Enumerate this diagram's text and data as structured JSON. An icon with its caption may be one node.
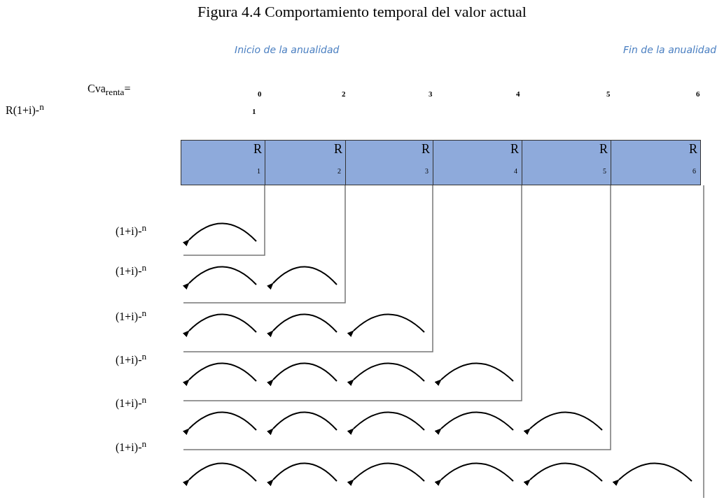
{
  "diagram": {
    "title": "Figura 4.4 Comportamiento temporal del valor actual",
    "nodes": [
      {
        "text": [
          "R",
          "1"
        ]
      },
      {
        "text": [
          "R",
          "2"
        ]
      },
      {
        "text": [
          "R",
          "3"
        ]
      },
      {
        "text": [
          "R",
          "4"
        ]
      },
      {
        "text": [
          "R",
          "5"
        ]
      },
      {
        "text": [
          "R",
          "6"
        ]
      }
    ],
    "labels": [
      "Inicio de la anualidad",
      "Fin de la anualidad",
      "Cva$_{renta}$=",
      "0",
      "2",
      "3",
      "4",
      "5",
      "6",
      "R(1+i)-$^{n}$",
      "1",
      "(1+i)-$^{n}$",
      "(1+i)-$^{n}$",
      "(1+i)-$^{n}$",
      "(1+i)-$^{n}$",
      "(1+i)-$^{n}$",
      "(1+i)-$^{n}$"
    ]
  }
}
